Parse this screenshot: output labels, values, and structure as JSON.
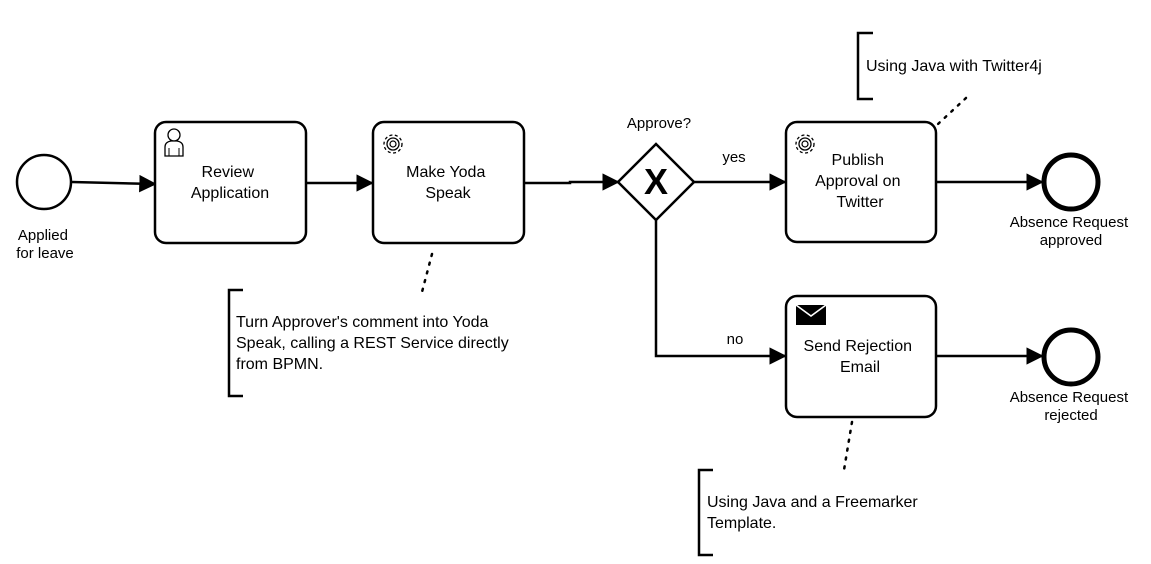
{
  "events": {
    "start": {
      "label_lines": [
        "Applied",
        "for leave"
      ]
    },
    "end_approved": {
      "label_lines": [
        "Absence Request",
        "approved"
      ]
    },
    "end_rejected": {
      "label_lines": [
        "Absence Request",
        "rejected"
      ]
    }
  },
  "tasks": {
    "review": {
      "lines": [
        "Review",
        "Application"
      ],
      "icon": "user-icon"
    },
    "yoda": {
      "lines": [
        "Make Yoda",
        "Speak"
      ],
      "icon": "gear-icon"
    },
    "publish": {
      "lines": [
        "Publish",
        "Approval on",
        "Twitter"
      ],
      "icon": "gear-icon"
    },
    "reject": {
      "lines": [
        "Send Rejection",
        "Email"
      ],
      "icon": "envelope-icon"
    }
  },
  "gateway": {
    "label": "Approve?",
    "symbol": "X"
  },
  "flows": {
    "yes_label": "yes",
    "no_label": "no"
  },
  "annotations": {
    "twitter": {
      "lines": [
        "Using Java with Twitter4j"
      ]
    },
    "yoda": {
      "lines": [
        "Turn Approver's comment into Yoda",
        "Speak, calling a REST Service directly",
        "from BPMN."
      ]
    },
    "freemarker": {
      "lines": [
        "Using Java and a Freemarker",
        "Template."
      ]
    }
  }
}
